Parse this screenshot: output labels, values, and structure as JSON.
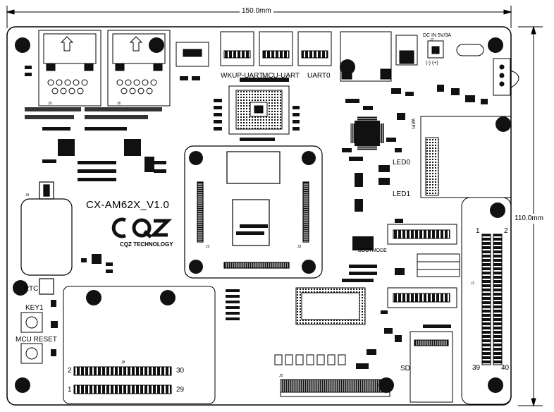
{
  "dimensions": {
    "width_label": "150.0mm",
    "height_label": "110.0mm"
  },
  "board": {
    "name": "CX-AM62X_V1.0",
    "brand_logo": "CQZ",
    "brand_text": "CQZ TECHNOLOGY"
  },
  "connectors": {
    "wkup_uart": "WKUP-UART",
    "mcu_uart": "MCU-UART",
    "uart0": "UART0",
    "dc_in": "DC IN 5V/3A",
    "polarity": "(-) (+)",
    "wifi": "WIFI",
    "led0": "LED0",
    "led1": "LED1",
    "rtc": "RTC",
    "key1": "KEY1",
    "mcu_reset": "MCU RESET",
    "sd": "SD",
    "j1_pin_tl": "1",
    "j1_pin_tr": "2",
    "j1_pin_bl": "39",
    "j1_pin_br": "40",
    "j8_pin_tl": "2",
    "j8_pin_tr": "30",
    "j8_pin_bl": "1",
    "j8_pin_br": "29",
    "boot_mode": "BOOTMODE",
    "j9": "J9",
    "j6": "J6",
    "j4": "J4",
    "j7": "J7",
    "j8": "J8",
    "j5": "J5",
    "j1": "J1",
    "j2": "J2",
    "j3": "J3"
  },
  "colors": {
    "silk": "#000000",
    "board": "#ffffff",
    "hole": "#111111"
  }
}
